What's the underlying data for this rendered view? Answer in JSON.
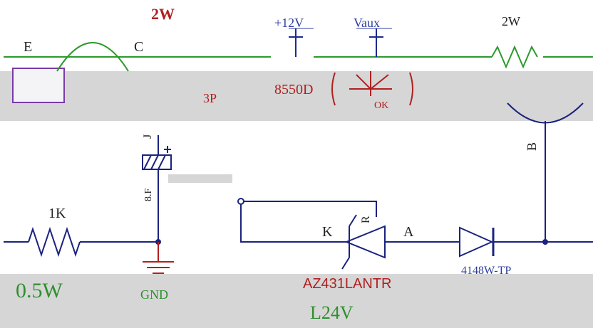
{
  "labels": {
    "top_power": "2W",
    "emitter": "E",
    "collector": "C",
    "rail_12v": "+12V",
    "rail_vaux": "Vaux",
    "top_right_rating": "2W",
    "transistor_part": "8550D",
    "transistor_ref_left": "3P",
    "transistor_ref_right": "OK",
    "base": "B",
    "cap_ref": "J",
    "cap_value": "8.F",
    "resistor_value": "1K",
    "resistor_power": "0.5W",
    "ground": "GND",
    "pin_k": "K",
    "pin_r": "R",
    "pin_a": "A",
    "regulator_part": "AZ431LANTR",
    "diode_part": "4148W-TP",
    "bottom_label": "L24V"
  },
  "colors": {
    "wire_green": "#2a9a2a",
    "wire_blue": "#1c2a8c",
    "text_red": "#b02020",
    "text_green": "#2f8f2f",
    "band_gray": "#d6d6d6"
  }
}
